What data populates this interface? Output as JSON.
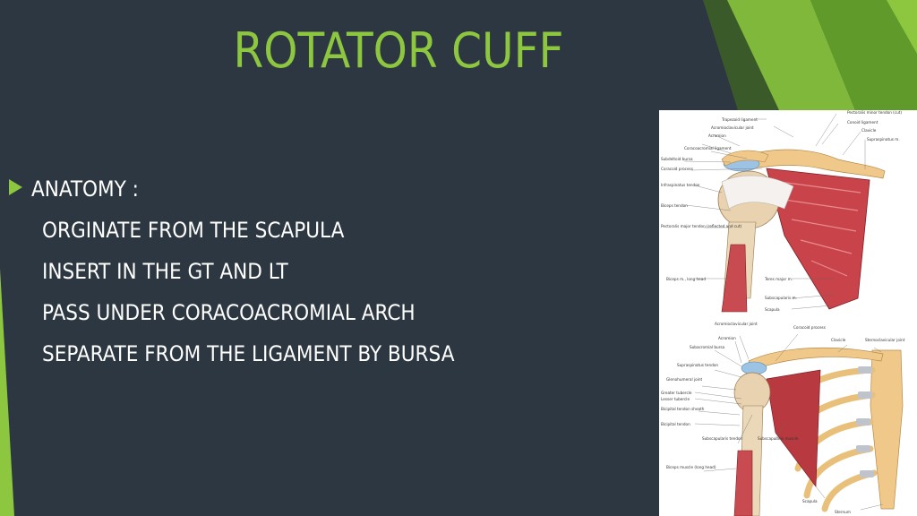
{
  "slide": {
    "title": "ROTATOR CUFF",
    "bullet": "ANATOMY :",
    "sub_items": [
      "ORGINATE FROM THE SCAPULA",
      "INSERT IN THE GT AND LT",
      "PASS UNDER CORACOACROMIAL ARCH",
      "SEPARATE FROM THE LIGAMENT BY BURSA"
    ]
  },
  "figure": {
    "top_labels": [
      "Pectoralis minor tendon (cut)",
      "Trapezoid ligament",
      "Conoid ligament",
      "Acromioclavicular joint",
      "Clavicle",
      "Acromion",
      "Supraspinatus m.",
      "Coracoacromial ligament",
      "Subdeltoid bursa",
      "Coracoid process",
      "Infraspinatus tendon",
      "Biceps tendon",
      "Pectoralis major tendon (reflected and cut)",
      "Biceps m., long head",
      "Teres major m.",
      "Subscapularis m.",
      "Scapula"
    ],
    "bottom_labels": [
      "Acromioclavicular joint",
      "Coracoid process",
      "Acromion",
      "Clavicle",
      "Sternoclavicular joint",
      "Subacromial bursa",
      "Supraspinatus tendon",
      "Glenohumeral joint",
      "Greater tubercle",
      "Lesser tubercle",
      "Bicipital tendon sheath",
      "Bicipital tendon",
      "Subscapularis tendon",
      "Subscapularis muscle",
      "Biceps muscle (long head)",
      "Scapula",
      "Sternum"
    ]
  },
  "colors": {
    "background": "#2d3741",
    "accent": "#8dc63f",
    "text": "#ffffff"
  }
}
